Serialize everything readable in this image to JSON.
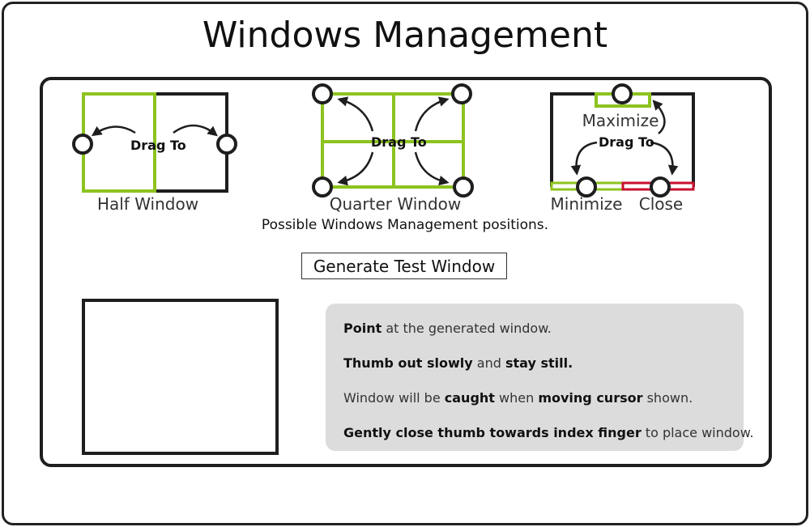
{
  "title": "Windows Management",
  "caption": "Possible Windows Management positions.",
  "generate_button": "Generate Test Window",
  "colors": {
    "green": "#8dc31f",
    "red": "#c8102e",
    "dark": "#1e1e1e",
    "panel_bg": "#dcdcdc"
  },
  "diagrams": {
    "half": {
      "label": "Half Window",
      "drag": "Drag To"
    },
    "quarter": {
      "label": "Quarter Window",
      "drag": "Drag To"
    },
    "mmc": {
      "maximize": "Maximize",
      "minimize": "Minimize",
      "close": "Close",
      "drag": "Drag To"
    }
  },
  "instructions": [
    {
      "parts": [
        {
          "t": "Point",
          "b": true
        },
        {
          "t": " at the generated window.",
          "b": false
        }
      ]
    },
    {
      "parts": [
        {
          "t": "Thumb out slowly",
          "b": true
        },
        {
          "t": " and ",
          "b": false
        },
        {
          "t": "stay still.",
          "b": true
        }
      ]
    },
    {
      "parts": [
        {
          "t": "Window will be ",
          "b": false
        },
        {
          "t": "caught",
          "b": true
        },
        {
          "t": " when ",
          "b": false
        },
        {
          "t": "moving cursor",
          "b": true
        },
        {
          "t": " shown.",
          "b": false
        }
      ]
    },
    {
      "parts": [
        {
          "t": "Gently close thumb towards index finger",
          "b": true
        },
        {
          "t": " to place  window.",
          "b": false
        }
      ]
    }
  ]
}
